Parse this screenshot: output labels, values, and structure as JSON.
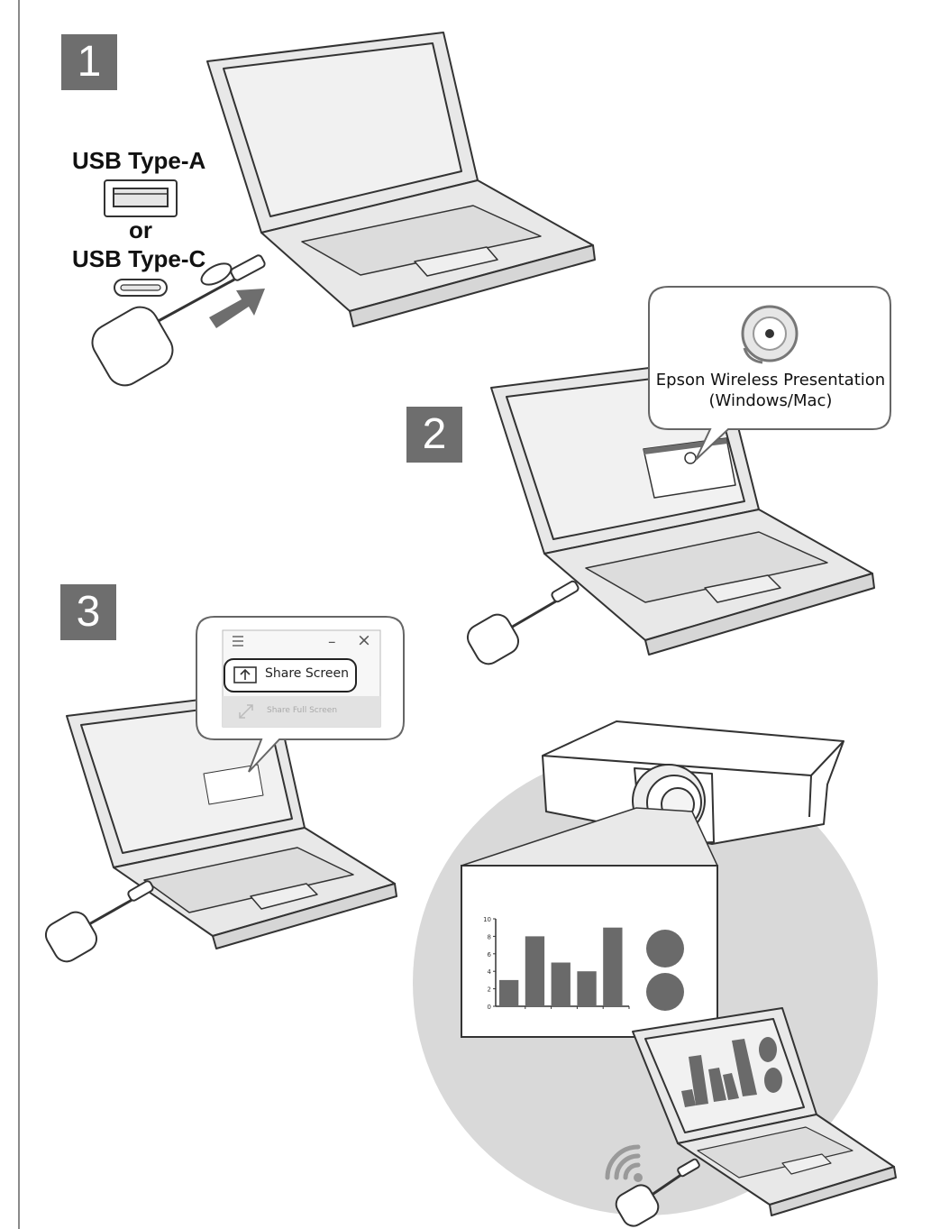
{
  "steps": [
    "1",
    "2",
    "3"
  ],
  "usb": {
    "type_a": "USB Type-A",
    "or": "or",
    "type_c": "USB Type-C"
  },
  "app_callout": {
    "name": "Epson Wireless Presentation",
    "platform": "(Windows/Mac)"
  },
  "share_menu": {
    "share_screen": "Share Screen",
    "share_full_screen": "Share Full Screen",
    "minimize_glyph": "–",
    "close_glyph": "×"
  },
  "icons": [
    "usb-a-port-icon",
    "usb-c-port-icon",
    "insert-arrow-icon",
    "app-icon",
    "hamburger-menu-icon",
    "share-screen-icon",
    "expand-icon",
    "wifi-icon",
    "projector-icon"
  ],
  "colors": {
    "badge": "#6e6e6e",
    "laptop_fill": "#e8e8e8",
    "stroke": "#333333",
    "circle": "#d9d9d9",
    "bars": "#6a6a6a"
  },
  "chart_data": {
    "type": "bar",
    "categories": [
      "",
      "",
      "",
      "",
      ""
    ],
    "values": [
      3,
      8,
      5,
      4,
      9
    ],
    "yticks": [
      "0",
      "2",
      "4",
      "6",
      "8",
      "10"
    ],
    "ylim": [
      0,
      10
    ],
    "title": "",
    "xlabel": "",
    "ylabel": ""
  }
}
